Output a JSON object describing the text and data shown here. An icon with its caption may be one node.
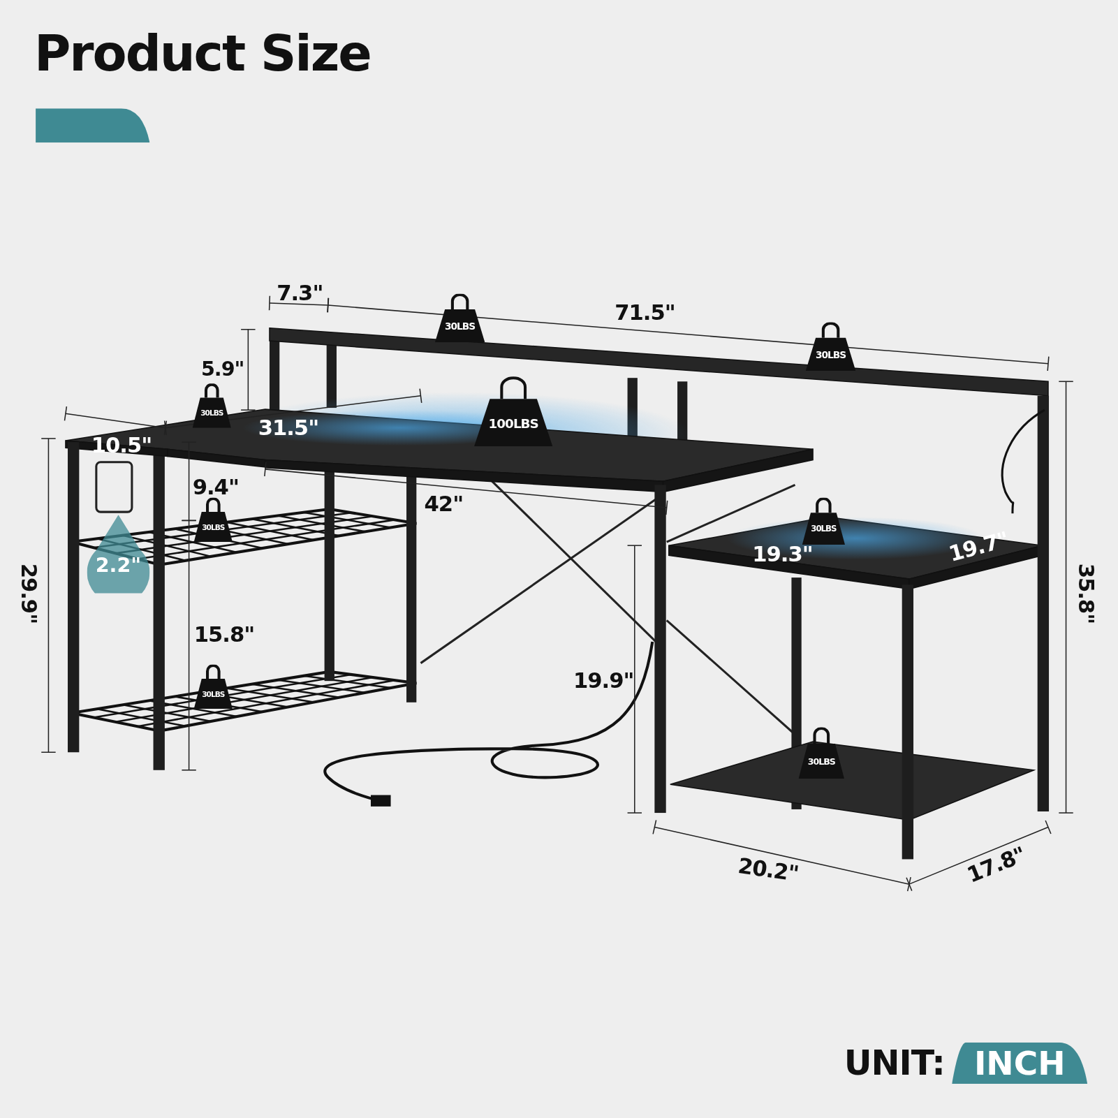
{
  "diagram": {
    "title": "Product Size",
    "nodes": [
      {
        "text": [],
        "shape": "bar"
      },
      {
        "text": [
          "30LBS"
        ]
      },
      {
        "text": [
          "30LBS"
        ]
      },
      {
        "text": [
          "30LBS"
        ]
      },
      {
        "text": [
          "100LBS"
        ]
      },
      {
        "text": [
          "30LBS"
        ]
      },
      {
        "text": [
          "30LBS"
        ]
      },
      {
        "text": [
          "30LBS"
        ]
      },
      {
        "text": [
          "30LBS"
        ]
      },
      {
        "text": [
          "2.2\""
        ]
      },
      {
        "text": [
          "INCH"
        ],
        "beside": [
          "UNIT:"
        ]
      }
    ],
    "labels": [
      "7.3\"",
      "71.5\"",
      "5.9\"",
      "10.5\"",
      "31.5\"",
      "9.4\"",
      "42\"",
      "19.3\"",
      "19.7\"",
      "29.9\"",
      "35.8\"",
      "15.8\"",
      "19.9\"",
      "20.2\"",
      "17.8\""
    ]
  }
}
